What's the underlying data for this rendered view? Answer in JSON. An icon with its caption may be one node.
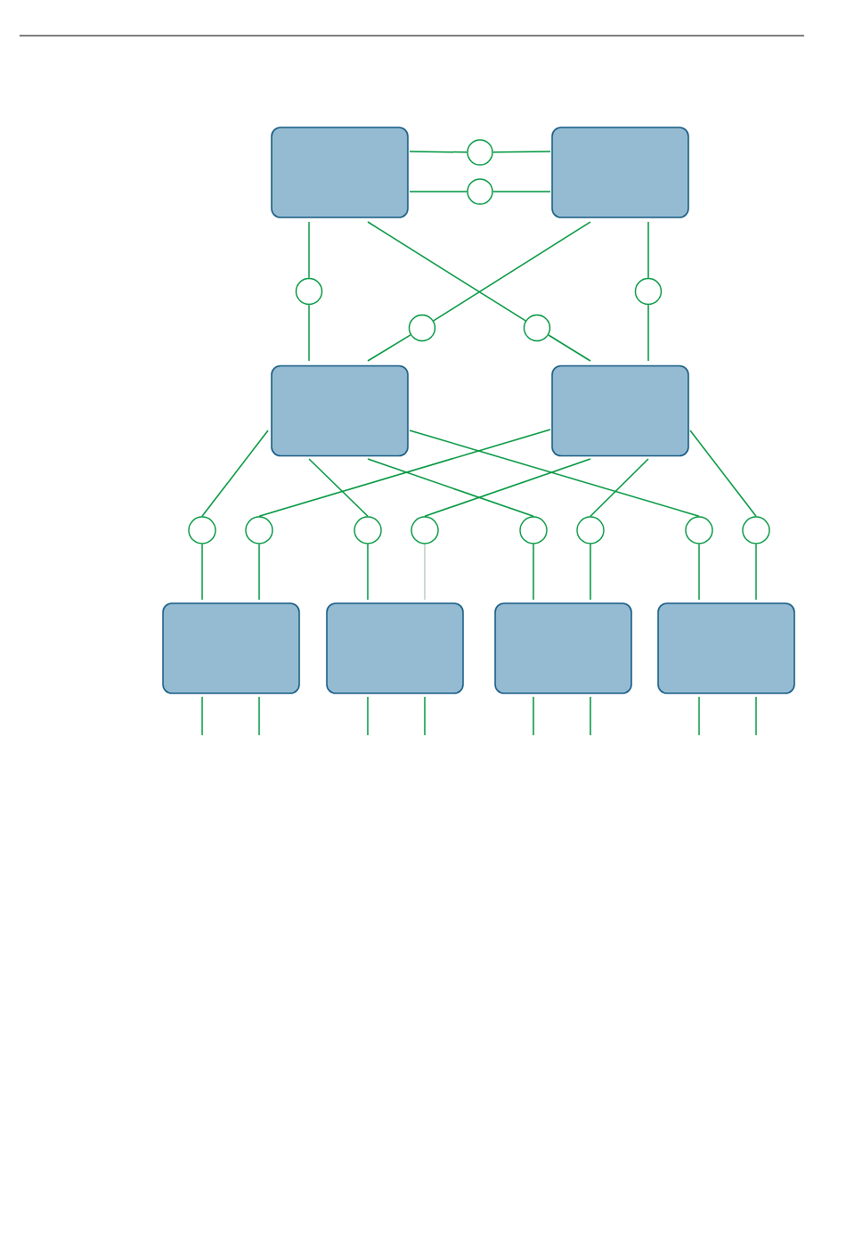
{
  "diagram": {
    "nodes": [
      {
        "text": [],
        "shape": "box"
      },
      {
        "text": [],
        "shape": "box"
      },
      {
        "text": [],
        "shape": "circle"
      },
      {
        "text": [],
        "shape": "circle"
      },
      {
        "text": [],
        "shape": "circle"
      },
      {
        "text": [],
        "shape": "circle"
      },
      {
        "text": [],
        "shape": "circle"
      },
      {
        "text": [],
        "shape": "circle"
      },
      {
        "text": [],
        "shape": "box"
      },
      {
        "text": [],
        "shape": "box"
      },
      {
        "text": [],
        "shape": "circle"
      },
      {
        "text": [],
        "shape": "circle"
      },
      {
        "text": [],
        "shape": "circle"
      },
      {
        "text": [],
        "shape": "circle"
      },
      {
        "text": [],
        "shape": "circle"
      },
      {
        "text": [],
        "shape": "circle"
      },
      {
        "text": [],
        "shape": "circle"
      },
      {
        "text": [],
        "shape": "circle"
      },
      {
        "text": [],
        "shape": "box"
      },
      {
        "text": [],
        "shape": "box"
      },
      {
        "text": [],
        "shape": "box"
      },
      {
        "text": [],
        "shape": "box"
      }
    ],
    "edges": [
      {
        "from": 0,
        "to": 2,
        "arrow": "none"
      },
      {
        "from": 2,
        "to": 1,
        "arrow": "none"
      },
      {
        "from": 0,
        "to": 3,
        "arrow": "none"
      },
      {
        "from": 3,
        "to": 1,
        "arrow": "none"
      },
      {
        "from": 0,
        "to": 4,
        "arrow": "none"
      },
      {
        "from": 4,
        "to": 8,
        "arrow": "none"
      },
      {
        "from": 1,
        "to": 5,
        "arrow": "none"
      },
      {
        "from": 5,
        "to": 9,
        "arrow": "none"
      },
      {
        "from": 0,
        "to": 7,
        "arrow": "none"
      },
      {
        "from": 7,
        "to": 9,
        "arrow": "none"
      },
      {
        "from": 1,
        "to": 6,
        "arrow": "none"
      },
      {
        "from": 6,
        "to": 8,
        "arrow": "none"
      },
      {
        "from": 8,
        "to": 10,
        "arrow": "none"
      },
      {
        "from": 10,
        "to": 18,
        "arrow": "none"
      },
      {
        "from": 9,
        "to": 11,
        "arrow": "none"
      },
      {
        "from": 11,
        "to": 18,
        "arrow": "none"
      },
      {
        "from": 8,
        "to": 12,
        "arrow": "none"
      },
      {
        "from": 12,
        "to": 19,
        "arrow": "none"
      },
      {
        "from": 9,
        "to": 13,
        "arrow": "none"
      },
      {
        "from": 13,
        "to": 19,
        "arrow": "none",
        "color": "#7fa58f"
      },
      {
        "from": 8,
        "to": 14,
        "arrow": "none"
      },
      {
        "from": 14,
        "to": 20,
        "arrow": "none"
      },
      {
        "from": 9,
        "to": 15,
        "arrow": "none"
      },
      {
        "from": 15,
        "to": 20,
        "arrow": "none"
      },
      {
        "from": 8,
        "to": 16,
        "arrow": "none"
      },
      {
        "from": 16,
        "to": 21,
        "arrow": "none"
      },
      {
        "from": 9,
        "to": 17,
        "arrow": "none"
      },
      {
        "from": 17,
        "to": 21,
        "arrow": "none"
      },
      {
        "from": 18,
        "to": null,
        "arrow": "none"
      },
      {
        "from": 18,
        "to": null,
        "arrow": "none"
      },
      {
        "from": 19,
        "to": null,
        "arrow": "none"
      },
      {
        "from": 19,
        "to": null,
        "arrow": "none"
      },
      {
        "from": 20,
        "to": null,
        "arrow": "none"
      },
      {
        "from": 20,
        "to": null,
        "arrow": "none"
      },
      {
        "from": 21,
        "to": null,
        "arrow": "none"
      },
      {
        "from": 21,
        "to": null,
        "arrow": "none"
      }
    ]
  }
}
